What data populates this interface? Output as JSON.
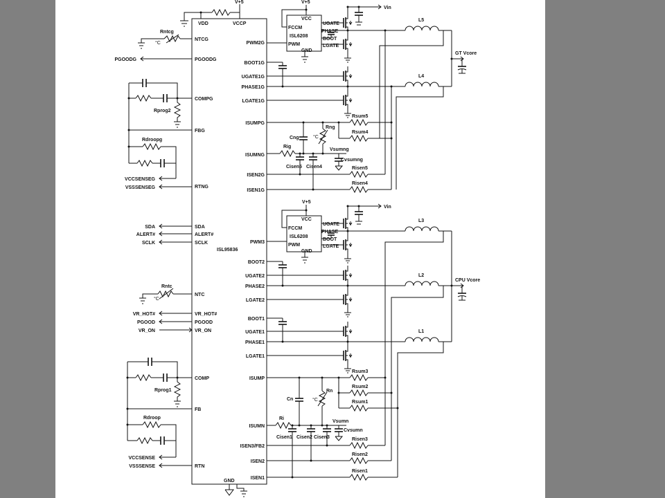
{
  "main_ic": {
    "name": "ISL95836",
    "top_pins": [
      "VDD",
      "VCCP"
    ],
    "bottom_pin": "GND",
    "left_pins": {
      "ntcg": "NTCG",
      "pgoodg": "PGOODG",
      "compg": "COMPG",
      "fbg": "FBG",
      "rtng": "RTNG",
      "sda": "SDA",
      "alert": "ALERT#",
      "sclk": "SCLK",
      "ntc": "NTC",
      "vr_hot": "VR_HOT#",
      "pgood": "PGOOD",
      "vr_on": "VR_ON",
      "comp": "COMP",
      "fb": "FB",
      "rtn": "RTN"
    },
    "right_pins": {
      "pwm2g": "PWM2G",
      "boot1g": "BOOT1G",
      "ugate1g": "UGATE1G",
      "phase1g": "PHASE1G",
      "lgate1g": "LGATE1G",
      "isumpg": "ISUMPG",
      "isumng": "ISUMNG",
      "isen2g": "ISEN2G",
      "isen1g": "ISEN1G",
      "pwm3": "PWM3",
      "boot2": "BOOT2",
      "ugate2": "UGATE2",
      "phase2": "PHASE2",
      "lgate2": "LGATE2",
      "boot1": "BOOT1",
      "ugate1": "UGATE1",
      "phase1": "PHASE1",
      "lgate1": "LGATE1",
      "isump": "ISUMP",
      "isumn": "ISUMN",
      "isen3fb2": "ISEN3/FB2",
      "isen2": "ISEN2",
      "isen1": "ISEN1"
    }
  },
  "drivers": [
    {
      "name": "ISL6208",
      "pins": {
        "vcc": "VCC",
        "fccm": "FCCM",
        "pwm": "PWM",
        "gnd": "GND",
        "ugate": "UGATE",
        "phase": "PHASE",
        "boot": "BOOT",
        "lgate": "LGATE"
      }
    },
    {
      "name": "ISL6208",
      "pins": {
        "vcc": "VCC",
        "fccm": "FCCM",
        "pwm": "PWM",
        "gnd": "GND",
        "ugate": "UGATE",
        "phase": "PHASE",
        "boot": "BOOT",
        "lgate": "LGATE"
      }
    }
  ],
  "rails": {
    "v5": "V+5",
    "vin": "Vin"
  },
  "outputs": {
    "gt": "GT Vcore",
    "cpu": "CPU Vcore"
  },
  "signals": {
    "pgoodg": "PGOODG",
    "vccsenseg": "VCCSENSEG",
    "vsssenseg": "VSSSENSEG",
    "sda": "SDA",
    "alert": "ALERT#",
    "sclk": "SCLK",
    "vr_hot": "VR_HOT#",
    "pgood": "PGOOD",
    "vr_on": "VR_ON",
    "vccsense": "VCCSENSE",
    "vsssense": "VSSSENSE",
    "vsumng": "Vsumng",
    "cvsumng": "Cvsumng",
    "vsumn": "Vsumn",
    "cvsumn": "Cvsumn"
  },
  "components": {
    "rntcg": "Rntcg",
    "rprog2": "Rprog2",
    "rdroopg": "Rdroopg",
    "rntc": "Rntc",
    "rprog1": "Rprog1",
    "rdroop": "Rdroop",
    "cng": "Cng",
    "rng": "Rng",
    "rig": "Rig",
    "cisen5": "Cisen5",
    "cisen4": "Cisen4",
    "rsum5": "Rsum5",
    "rsum4": "Rsum4",
    "risen5": "Risen5",
    "risen4": "Risen4",
    "cn": "Cn",
    "rn": "Rn",
    "ri": "Ri",
    "cisen1": "Cisen1",
    "cisen2": "Cisen2",
    "cisen3": "Cisen3",
    "rsum3": "Rsum3",
    "rsum2": "Rsum2",
    "rsum1": "Rsum1",
    "risen3": "Risen3",
    "risen2": "Risen2",
    "risen1": "Risen1",
    "l1": "L1",
    "l2": "L2",
    "l3": "L3",
    "l4": "L4",
    "l5": "L5",
    "temp_c": "°C"
  }
}
